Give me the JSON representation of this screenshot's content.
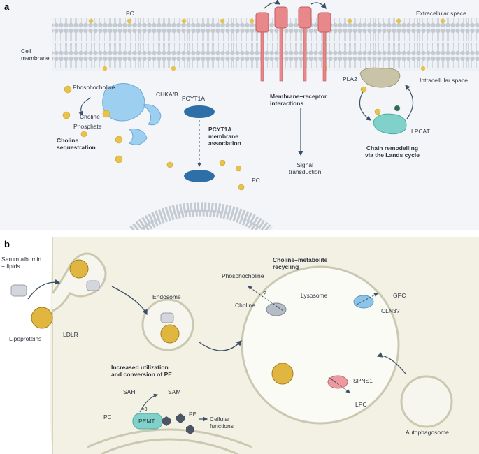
{
  "panel_a": {
    "label": "a",
    "extracellular": "Extracellular space",
    "intracellular": "Intracellular space",
    "cell_membrane": "Cell\nmembrane",
    "pc_top": "PC",
    "phosphocholine": "Phosphocholine",
    "chka": "CHKA/B",
    "choline": "Choline",
    "phosphate": "Phosphate",
    "choline_seq": "Choline\nsequestration",
    "pcyt1a": "PCYT1A",
    "pcyt1a_assoc": "PCYT1A\nmembrane\nassociation",
    "pc_vesicle": "PC",
    "receptor": "Membrane–receptor\ninteractions",
    "signal": "Signal\ntransduction",
    "pla2": "PLA2",
    "lpcat": "LPCAT",
    "chain": "Chain remodelling\nvia the Lands cycle"
  },
  "panel_b": {
    "label": "b",
    "serum": "Serum albumin\n+ lipids",
    "lipoproteins": "Lipoproteins",
    "ldlr": "LDLR",
    "endosome": "Endosome",
    "increased": "Increased utilization\nand conversion of PE",
    "sah": "SAH",
    "sam": "SAM",
    "x3": "×3",
    "pc": "PC",
    "pemt": "PEMT",
    "pe": "PE",
    "cellular": "Cellular\nfunctions",
    "recycling": "Choline–metabolite\nrecycling",
    "phosphocholine": "Phosphocholine",
    "choline": "Choline",
    "question": "?",
    "lysosome": "Lysosome",
    "gpc": "GPC",
    "cln3": "CLN3?",
    "spns1": "SPNS1",
    "lpc": "LPC",
    "autophagosome": "Autophagosome"
  },
  "colors": {
    "membrane_head": "#bcc3cc",
    "pc_head": "#e8c24a",
    "receptor": "#e2767a",
    "enzyme_blue": "#8cc4ea",
    "pcyt1a": "#2d6fa6",
    "lpcat": "#7fd1c9",
    "pla2": "#c9c4a8",
    "cell_bg": "#f2f1e4",
    "spns1": "#ec9a9f"
  }
}
